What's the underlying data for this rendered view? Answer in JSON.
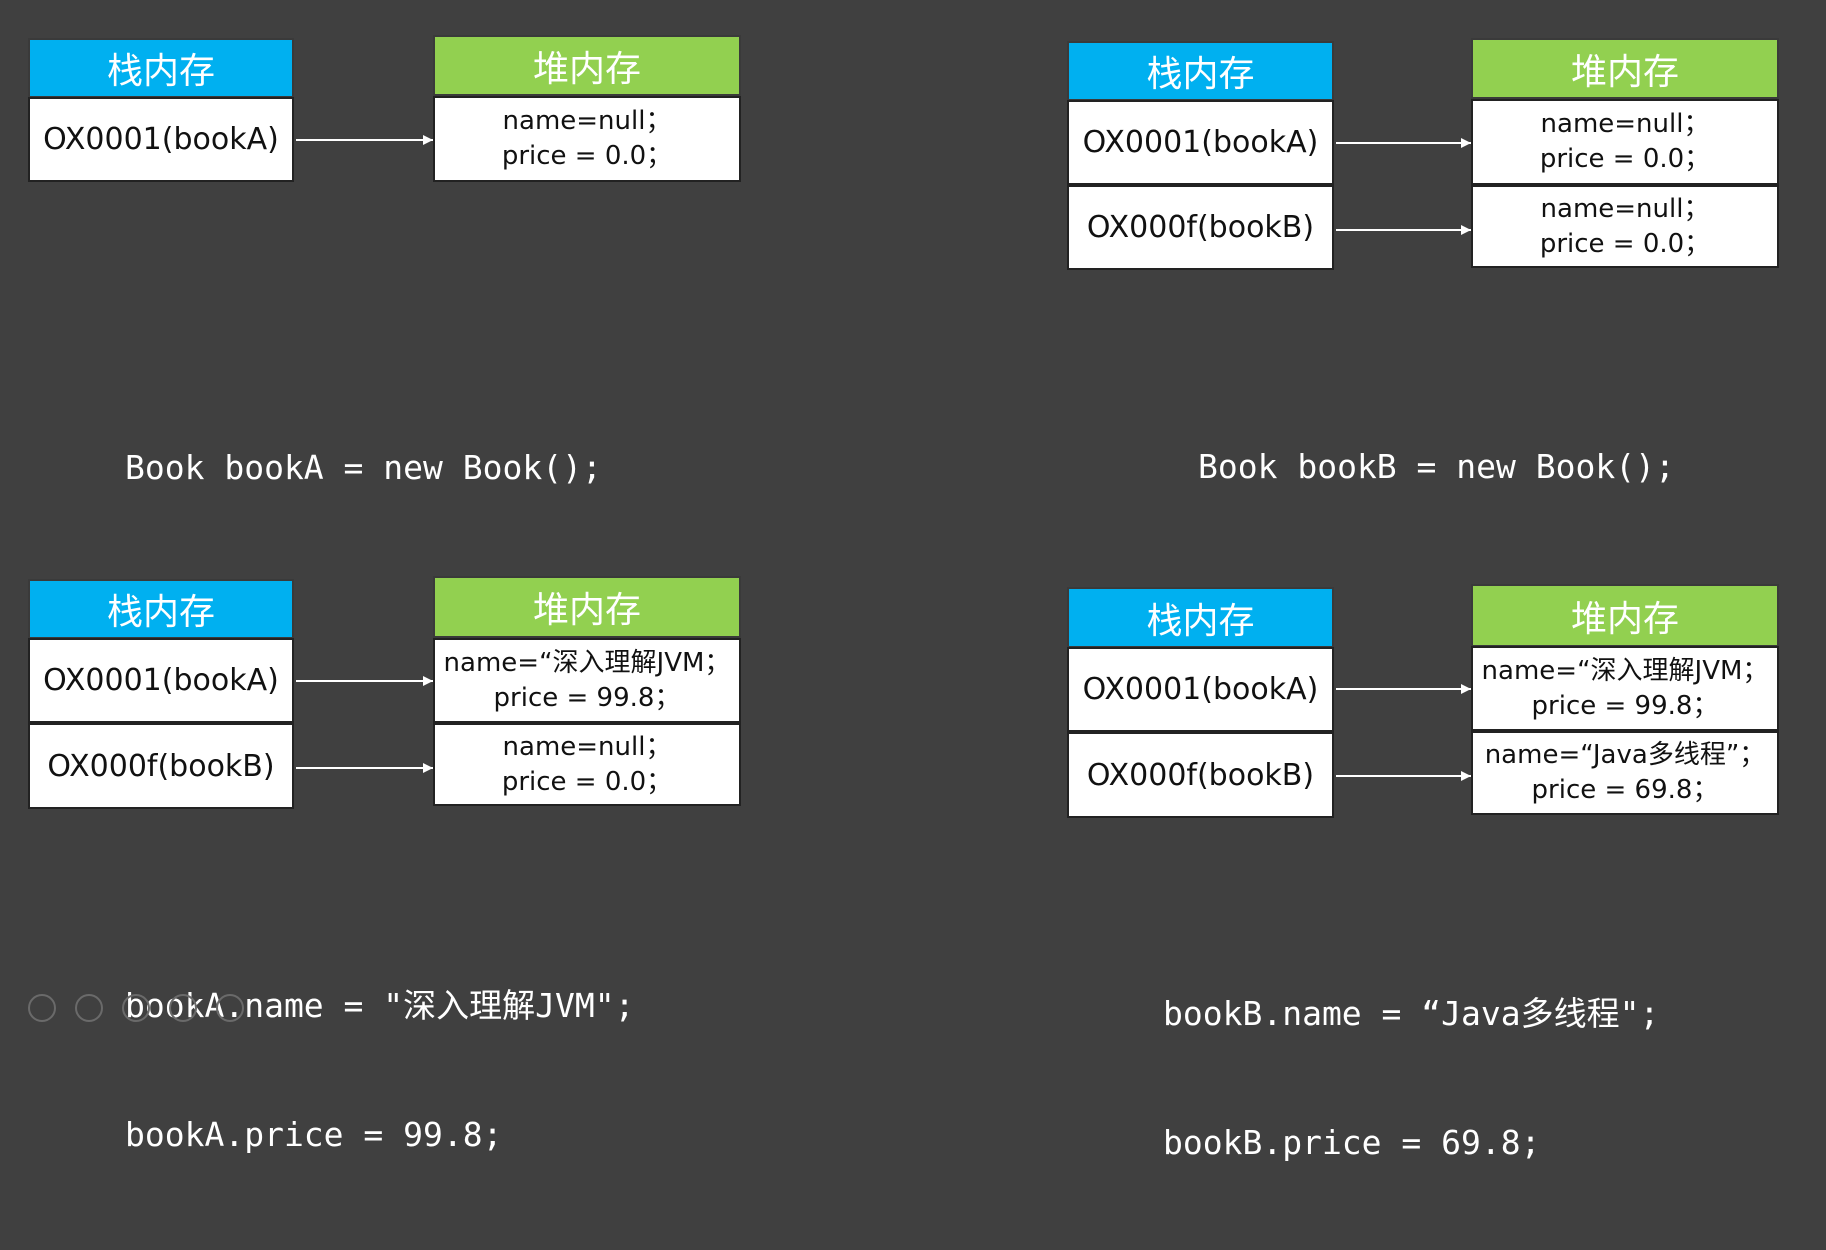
{
  "labels": {
    "stack": "栈内存",
    "heap": "堆内存"
  },
  "colors": {
    "background": "#404040",
    "stack_header": "#00b0f0",
    "heap_header": "#92d050",
    "arrow": "#ffffff"
  },
  "panels": [
    {
      "stack": [
        "OX0001(bookA)"
      ],
      "heap": [
        {
          "name": "name=null；",
          "price": "price = 0.0；"
        }
      ],
      "code": [
        "Book bookA = new Book();"
      ]
    },
    {
      "stack": [
        "OX0001(bookA)",
        "OX000f(bookB)"
      ],
      "heap": [
        {
          "name": "name=null；",
          "price": "price = 0.0；"
        },
        {
          "name": "name=null；",
          "price": "price = 0.0；"
        }
      ],
      "code": [
        "Book bookB = new Book();"
      ]
    },
    {
      "stack": [
        "OX0001(bookA)",
        "OX000f(bookB)"
      ],
      "heap": [
        {
          "name": "name=“深入理解JVM；",
          "price": "price = 99.8；"
        },
        {
          "name": "name=null；",
          "price": "price = 0.0；"
        }
      ],
      "code": [
        "bookA.name = \"深入理解JVM\";",
        "bookA.price = 99.8;"
      ]
    },
    {
      "stack": [
        "OX0001(bookA)",
        "OX000f(bookB)"
      ],
      "heap": [
        {
          "name": "name=“深入理解JVM；",
          "price": "price = 99.8；"
        },
        {
          "name": "name=“Java多线程”；",
          "price": "price = 69.8；"
        }
      ],
      "code": [
        "bookB.name = “Java多线程\";",
        "bookB.price = 69.8;"
      ]
    }
  ]
}
